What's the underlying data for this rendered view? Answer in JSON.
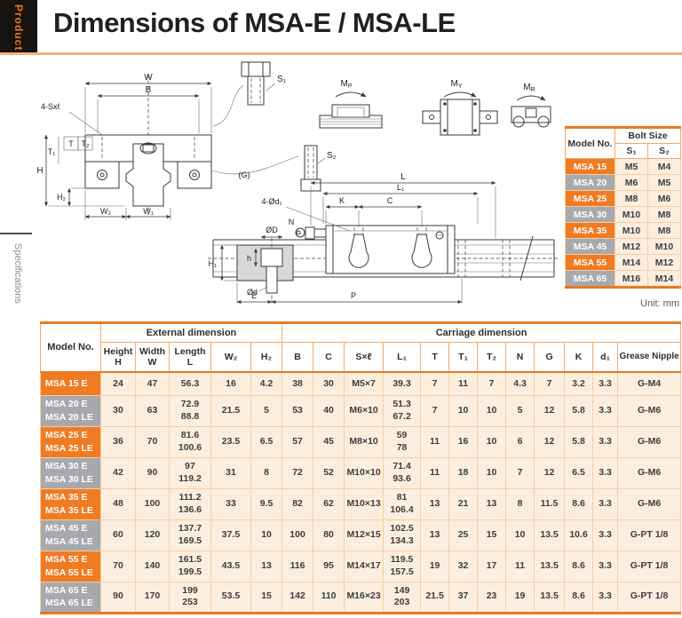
{
  "page": {
    "product_tab": "Product",
    "title": "Dimensions of MSA-E / MSA-LE",
    "side_label": "Specifications",
    "unit_label": "Unit: mm"
  },
  "colors": {
    "accent_orange": "#ef7b23",
    "row_gray": "#a7a9ac",
    "cell_bg": "#fceedf",
    "rule_orange": "#f3b27c"
  },
  "diagram": {
    "front": {
      "w": "W",
      "b": "B",
      "sxl": "4-Sxℓ",
      "t": "T",
      "t1": "T₁",
      "t2": "T₂",
      "h": "H",
      "h2": "H₂",
      "w2": "W₂",
      "w1": "W₁"
    },
    "bolts": {
      "s1": "S₁",
      "s2": "S₂"
    },
    "moments": {
      "m": "M",
      "p": "P",
      "y": "Y",
      "r": "R"
    },
    "side": {
      "g": "(G)",
      "l": "L",
      "l1": "L₁",
      "c": "C",
      "k": "K",
      "n": "N",
      "four_d1": "4-Ød₁",
      "dD": "ØD",
      "h": "h",
      "h1": "H₁",
      "d": "Ød",
      "e": "E",
      "p": "P"
    }
  },
  "bolt_table": {
    "col_model": "Model No.",
    "col_bolt_size": "Bolt Size",
    "col_s1": "S₁",
    "col_s2": "S₂",
    "rows": [
      {
        "model": "MSA 15",
        "s1": "M5",
        "s2": "M4",
        "highlight": true
      },
      {
        "model": "MSA 20",
        "s1": "M6",
        "s2": "M5",
        "highlight": false
      },
      {
        "model": "MSA 25",
        "s1": "M8",
        "s2": "M6",
        "highlight": true
      },
      {
        "model": "MSA 30",
        "s1": "M10",
        "s2": "M8",
        "highlight": false
      },
      {
        "model": "MSA 35",
        "s1": "M10",
        "s2": "M8",
        "highlight": true
      },
      {
        "model": "MSA 45",
        "s1": "M12",
        "s2": "M10",
        "highlight": false
      },
      {
        "model": "MSA 55",
        "s1": "M14",
        "s2": "M12",
        "highlight": true
      },
      {
        "model": "MSA 65",
        "s1": "M16",
        "s2": "M14",
        "highlight": false
      }
    ]
  },
  "main_table": {
    "header": {
      "model_no": "Model No.",
      "external_dimension": "External dimension",
      "carriage_dimension": "Carriage dimension",
      "cols": [
        [
          "Height",
          "H"
        ],
        [
          "Width",
          "W"
        ],
        [
          "Length",
          "L"
        ],
        "W₂",
        "H₂",
        "B",
        "C",
        "S×ℓ",
        "L₁",
        "T",
        "T₁",
        "T₂",
        "N",
        "G",
        "K",
        "d₁",
        "Grease Nipple"
      ]
    },
    "rows": [
      {
        "models": [
          "MSA 15 E"
        ],
        "highlight": true,
        "values": [
          "24",
          "47",
          "56.3",
          "16",
          "4.2",
          "38",
          "30",
          "M5×7",
          "39.3",
          "7",
          "11",
          "7",
          "4.3",
          "7",
          "3.2",
          "3.3",
          "G-M4"
        ]
      },
      {
        "models": [
          "MSA 20 E",
          "MSA 20 LE"
        ],
        "highlight": false,
        "values": [
          "30",
          "63",
          [
            "72.9",
            "88.8"
          ],
          "21.5",
          "5",
          "53",
          "40",
          "M6×10",
          [
            "51.3",
            "67.2"
          ],
          "7",
          "10",
          "10",
          "5",
          "12",
          "5.8",
          "3.3",
          "G-M6"
        ]
      },
      {
        "models": [
          "MSA 25 E",
          "MSA 25 LE"
        ],
        "highlight": true,
        "values": [
          "36",
          "70",
          [
            "81.6",
            "100.6"
          ],
          "23.5",
          "6.5",
          "57",
          "45",
          "M8×10",
          [
            "59",
            "78"
          ],
          "11",
          "16",
          "10",
          "6",
          "12",
          "5.8",
          "3.3",
          "G-M6"
        ]
      },
      {
        "models": [
          "MSA 30 E",
          "MSA 30 LE"
        ],
        "highlight": false,
        "values": [
          "42",
          "90",
          [
            "97",
            "119.2"
          ],
          "31",
          "8",
          "72",
          "52",
          "M10×10",
          [
            "71.4",
            "93.6"
          ],
          "11",
          "18",
          "10",
          "7",
          "12",
          "6.5",
          "3.3",
          "G-M6"
        ]
      },
      {
        "models": [
          "MSA 35 E",
          "MSA 35 LE"
        ],
        "highlight": true,
        "values": [
          "48",
          "100",
          [
            "111.2",
            "136.6"
          ],
          "33",
          "9.5",
          "82",
          "62",
          "M10×13",
          [
            "81",
            "106.4"
          ],
          "13",
          "21",
          "13",
          "8",
          "11.5",
          "8.6",
          "3.3",
          "G-M6"
        ]
      },
      {
        "models": [
          "MSA 45 E",
          "MSA 45 LE"
        ],
        "highlight": false,
        "values": [
          "60",
          "120",
          [
            "137.7",
            "169.5"
          ],
          "37.5",
          "10",
          "100",
          "80",
          "M12×15",
          [
            "102.5",
            "134.3"
          ],
          "13",
          "25",
          "15",
          "10",
          "13.5",
          "10.6",
          "3.3",
          "G-PT 1/8"
        ]
      },
      {
        "models": [
          "MSA 55 E",
          "MSA 55 LE"
        ],
        "highlight": true,
        "values": [
          "70",
          "140",
          [
            "161.5",
            "199.5"
          ],
          "43.5",
          "13",
          "116",
          "95",
          "M14×17",
          [
            "119.5",
            "157.5"
          ],
          "19",
          "32",
          "17",
          "11",
          "13.5",
          "8.6",
          "3.3",
          "G-PT 1/8"
        ]
      },
      {
        "models": [
          "MSA 65 E",
          "MSA 65 LE"
        ],
        "highlight": false,
        "values": [
          "90",
          "170",
          [
            "199",
            "253"
          ],
          "53.5",
          "15",
          "142",
          "110",
          "M16×23",
          [
            "149",
            "203"
          ],
          "21.5",
          "37",
          "23",
          "19",
          "13.5",
          "8.6",
          "3.3",
          "G-PT 1/8"
        ]
      }
    ]
  }
}
